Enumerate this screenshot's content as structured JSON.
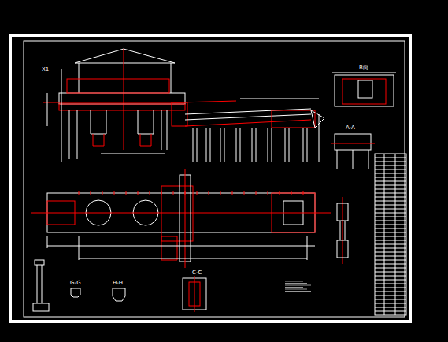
{
  "diagram": {
    "labels": [
      "X1",
      "B向",
      "A-A",
      "C-C",
      "G-G",
      "H-H"
    ]
  }
}
